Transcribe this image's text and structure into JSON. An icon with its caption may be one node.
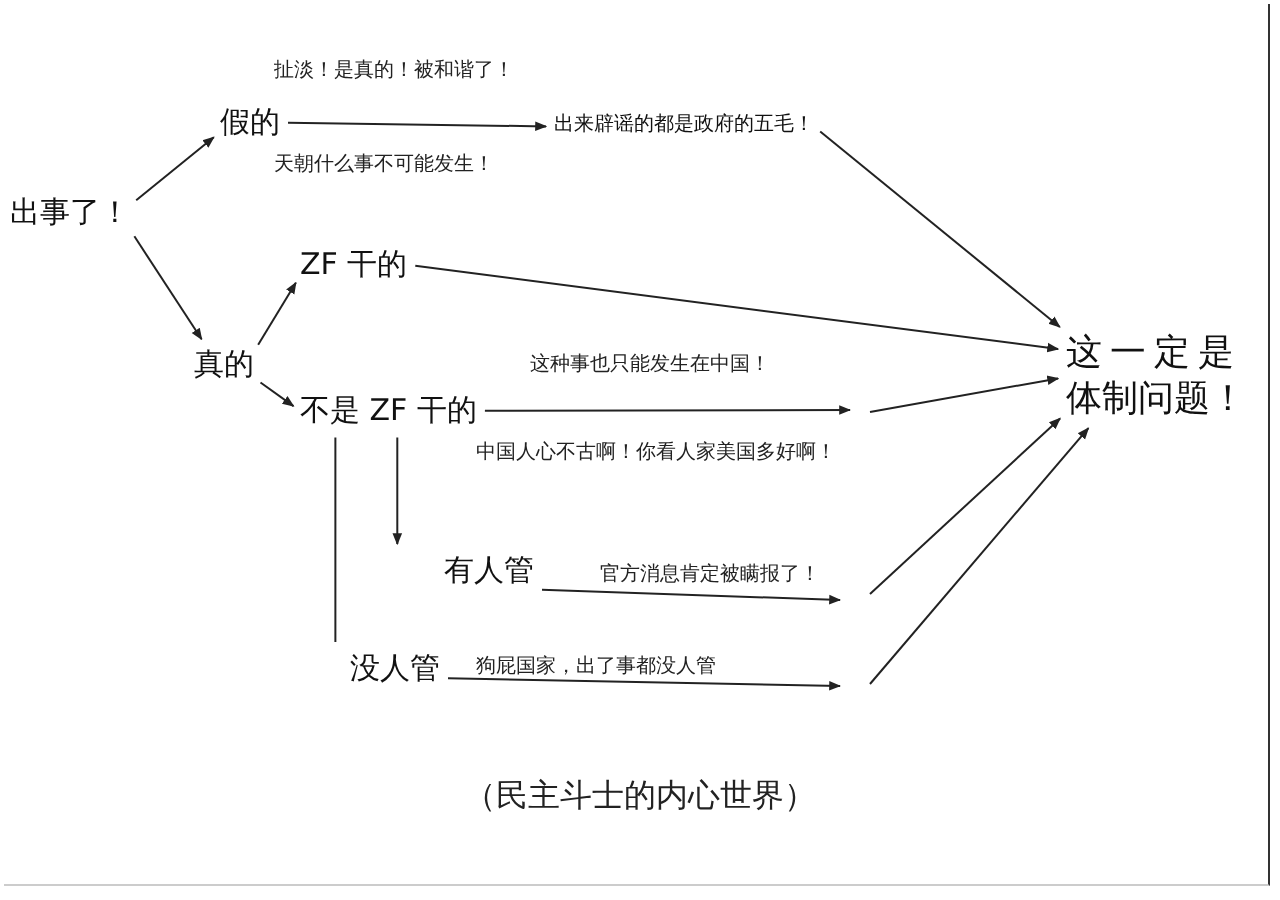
{
  "diagram": {
    "caption": "（民主斗士的内心世界）",
    "nodes": [
      {
        "text": [
          "出事了！"
        ]
      },
      {
        "text": [
          "假的"
        ]
      },
      {
        "text": [
          "真的"
        ]
      },
      {
        "text": [
          "ZF 干的"
        ]
      },
      {
        "text": [
          "不是 ZF 干的"
        ]
      },
      {
        "text": [
          "有人管"
        ]
      },
      {
        "text": [
          "没人管"
        ]
      },
      {
        "text": [
          "出来辟谣的都是政府的五毛！"
        ]
      },
      {
        "text": [
          "这一定是体制问题！"
        ]
      }
    ],
    "edges": [
      {
        "from": 0,
        "to": 1,
        "arrow": "to"
      },
      {
        "from": 0,
        "to": 2,
        "arrow": "to"
      },
      {
        "from": 1,
        "to": 7,
        "arrow": "to"
      },
      {
        "from": 7,
        "to": 8,
        "arrow": "to"
      },
      {
        "from": 2,
        "to": 3,
        "arrow": "to"
      },
      {
        "from": 2,
        "to": 4,
        "arrow": "to"
      },
      {
        "from": 3,
        "to": 8,
        "arrow": "to"
      },
      {
        "from": 4,
        "to": null,
        "arrow": "to",
        "label": "这种事也只能发生在中国！"
      },
      {
        "from": null,
        "to": 8,
        "arrow": "to"
      },
      {
        "from": 4,
        "to": 5,
        "arrow": "to",
        "label": "中国人心不古啊！你看人家美国多好啊！"
      },
      {
        "from": 4,
        "to": 6,
        "arrow": "none"
      },
      {
        "from": 5,
        "to": null,
        "arrow": "to",
        "label": "官方消息肯定被瞒报了！"
      },
      {
        "from": null,
        "to": 8,
        "arrow": "to"
      },
      {
        "from": 6,
        "to": null,
        "arrow": "to",
        "label": "狗屁国家，出了事都没人管"
      },
      {
        "from": null,
        "to": 8,
        "arrow": "to"
      }
    ],
    "labels": [
      "扯淡！是真的！被和谐了！",
      "天朝什么事不可能发生！"
    ]
  }
}
